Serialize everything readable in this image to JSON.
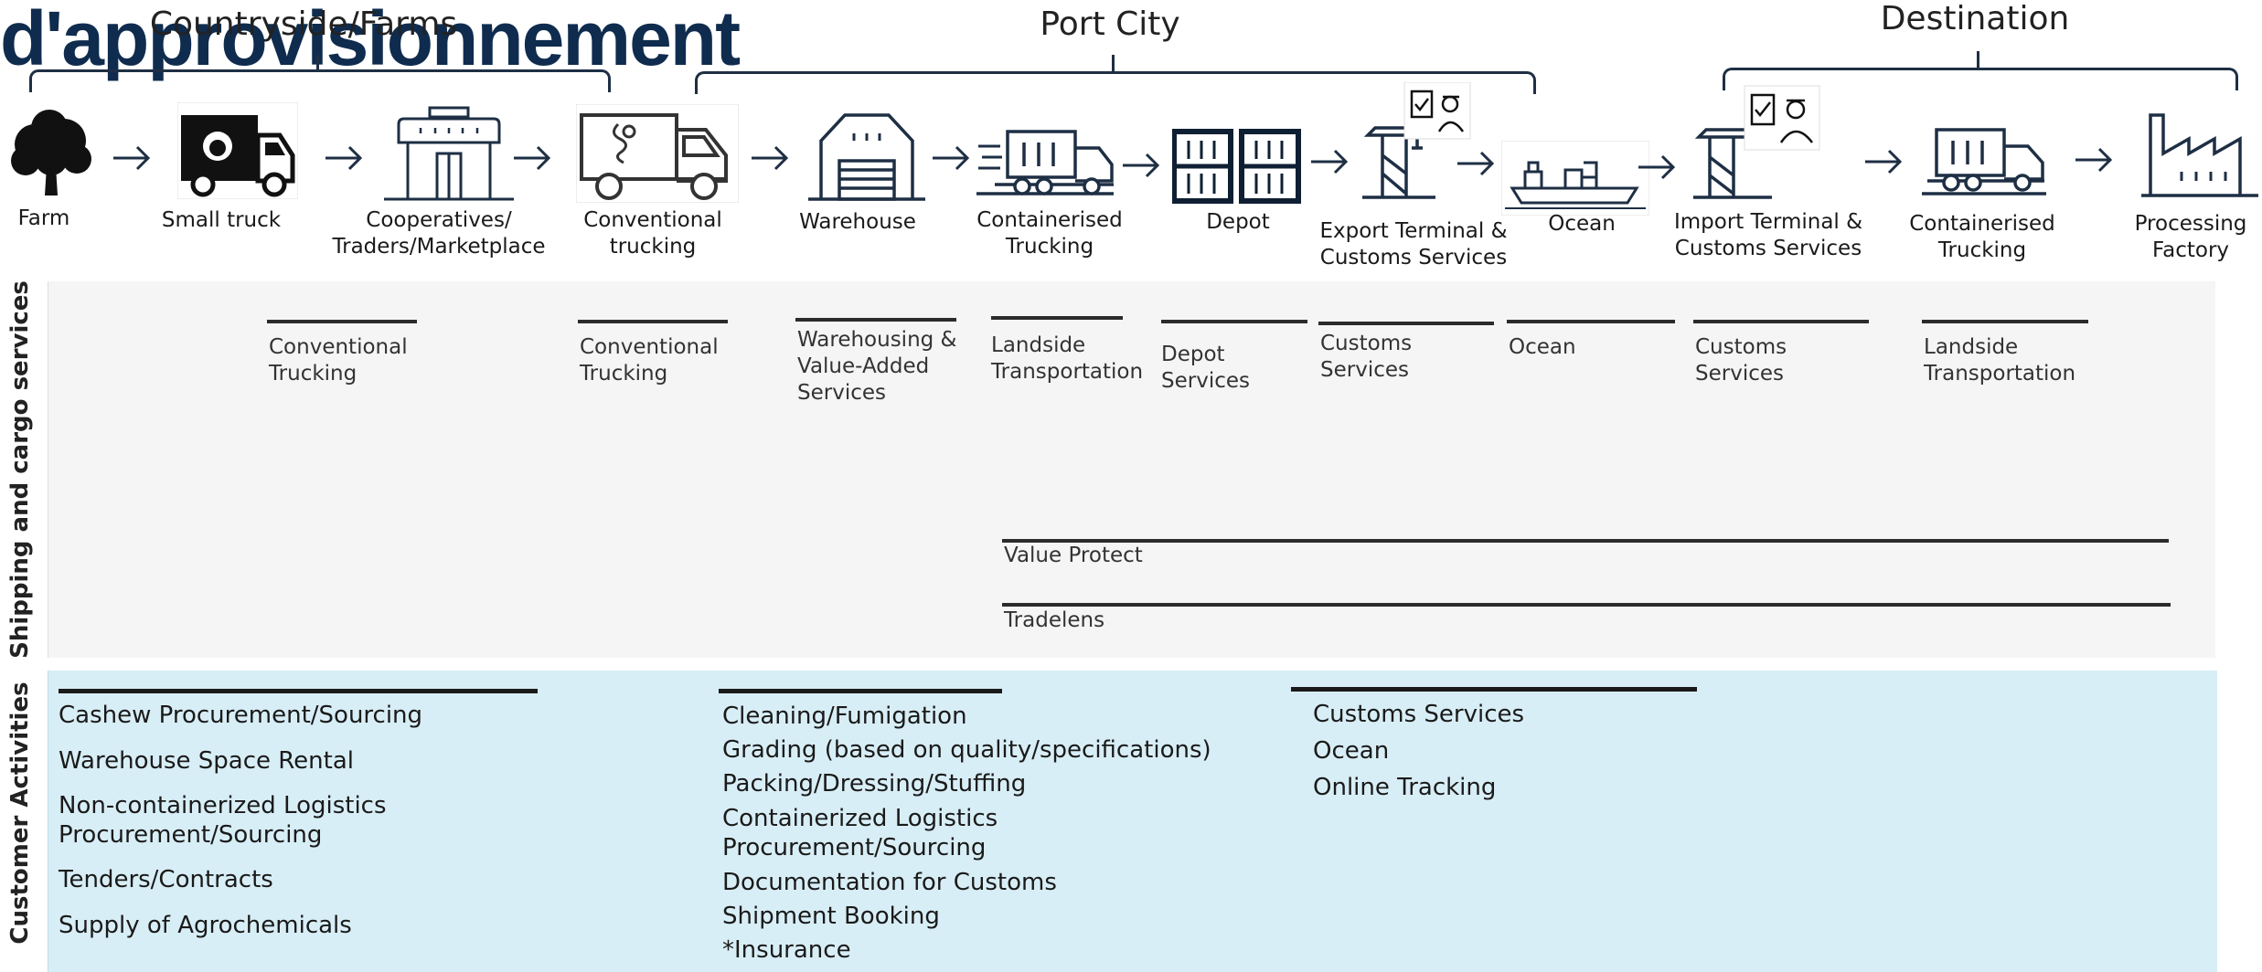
{
  "title": "d'approvisionnement",
  "regions": [
    {
      "label": "Countryside/Farms"
    },
    {
      "label": "Port City"
    },
    {
      "label": "Destination"
    }
  ],
  "nodes": [
    {
      "label": "Farm",
      "icon": "tree-icon"
    },
    {
      "label": "Small truck",
      "icon": "small-truck-icon"
    },
    {
      "label": "Cooperatives/\nTraders/Marketplace",
      "icon": "market-stall-icon"
    },
    {
      "label": "Conventional\ntrucking",
      "icon": "conventional-truck-icon"
    },
    {
      "label": "Warehouse",
      "icon": "warehouse-icon"
    },
    {
      "label": "Containerised\nTrucking",
      "icon": "container-truck-icon"
    },
    {
      "label": "Depot",
      "icon": "depot-containers-icon"
    },
    {
      "label": "Export Terminal &\nCustoms Services",
      "icon": "export-terminal-icon"
    },
    {
      "label": "Ocean",
      "icon": "ship-icon"
    },
    {
      "label": "Import Terminal &\nCustoms Services",
      "icon": "import-terminal-icon"
    },
    {
      "label": "Containerised\nTrucking",
      "icon": "container-truck-icon"
    },
    {
      "label": "Processing\nFactory",
      "icon": "factory-icon"
    }
  ],
  "shipping": {
    "section_label": "Shipping and cargo services",
    "services": [
      "Conventional\nTrucking",
      "Conventional\nTrucking",
      "Warehousing &\nValue-Added\nServices",
      "Landside\nTransportation",
      "Depot\nServices",
      "Customs\nServices",
      "Ocean",
      "Customs\nServices",
      "Landside\nTransportation"
    ],
    "value_protect": "Value Protect",
    "tradelens": "Tradelens"
  },
  "customer": {
    "section_label": "Customer Activities",
    "column1": [
      "Cashew Procurement/Sourcing",
      "Warehouse Space Rental",
      "Non-containerized Logistics\nProcurement/Sourcing",
      "Tenders/Contracts",
      "Supply of Agrochemicals"
    ],
    "column2": [
      "Cleaning/Fumigation",
      "Grading (based on quality/specifications)",
      "Packing/Dressing/Stuffing",
      "Containerized Logistics\nProcurement/Sourcing",
      "Documentation for Customs",
      "Shipment Booking",
      "*Insurance"
    ],
    "column3": [
      "Customs Services",
      "Ocean",
      "Online Tracking"
    ]
  },
  "colors": {
    "icon_stroke": "#1e2f44",
    "title": "#0f2c4f",
    "customer_bg": "#d8eef6",
    "shipping_bg": "#f5f5f5"
  }
}
